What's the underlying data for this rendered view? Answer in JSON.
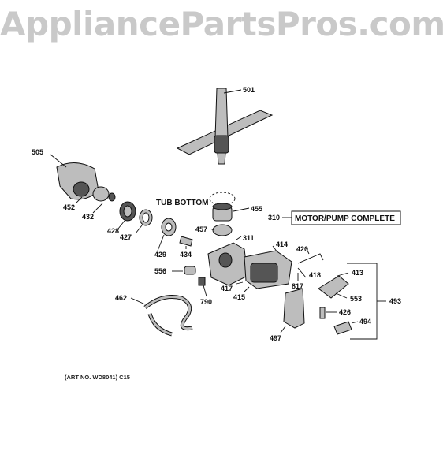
{
  "watermark": "AppliancePartsPros.com",
  "art_note": "(ART NO. WD8041) C15",
  "labels": {
    "tub_bottom": "TUB BOTTOM",
    "motor_pump": "MOTOR/PUMP COMPLETE"
  },
  "parts": {
    "p501": "501",
    "p505": "505",
    "p455": "455",
    "p452": "452",
    "p432": "432",
    "p310": "310",
    "p428": "428",
    "p427": "427",
    "p457": "457",
    "p311": "311",
    "p429": "429",
    "p434": "434",
    "p414": "414",
    "p420": "420",
    "p556": "556",
    "p418": "418",
    "p413": "413",
    "p817": "817",
    "p417": "417",
    "p790": "790",
    "p415": "415",
    "p553": "553",
    "p493": "493",
    "p462": "462",
    "p426": "426",
    "p494": "494",
    "p497": "497"
  }
}
